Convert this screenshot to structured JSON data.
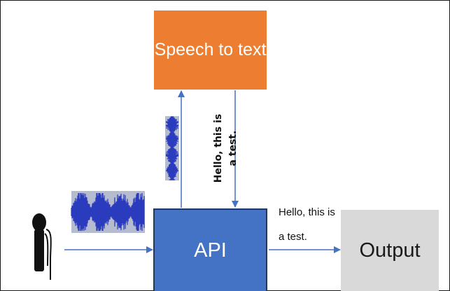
{
  "boxes": {
    "speech_to_text": "Speech to text",
    "api": "API",
    "output": "Output"
  },
  "labels": {
    "returned_text": [
      "Hello, this is",
      "a test."
    ],
    "output_text": [
      "Hello, this is",
      "a test."
    ]
  },
  "colors": {
    "speech_to_text_fill": "#ed7d31",
    "api_fill": "#4472c4",
    "output_fill": "#d9d9d9",
    "arrow": "#4472c4"
  },
  "icons": [
    "microphone-icon",
    "audio-waveform-icon"
  ]
}
